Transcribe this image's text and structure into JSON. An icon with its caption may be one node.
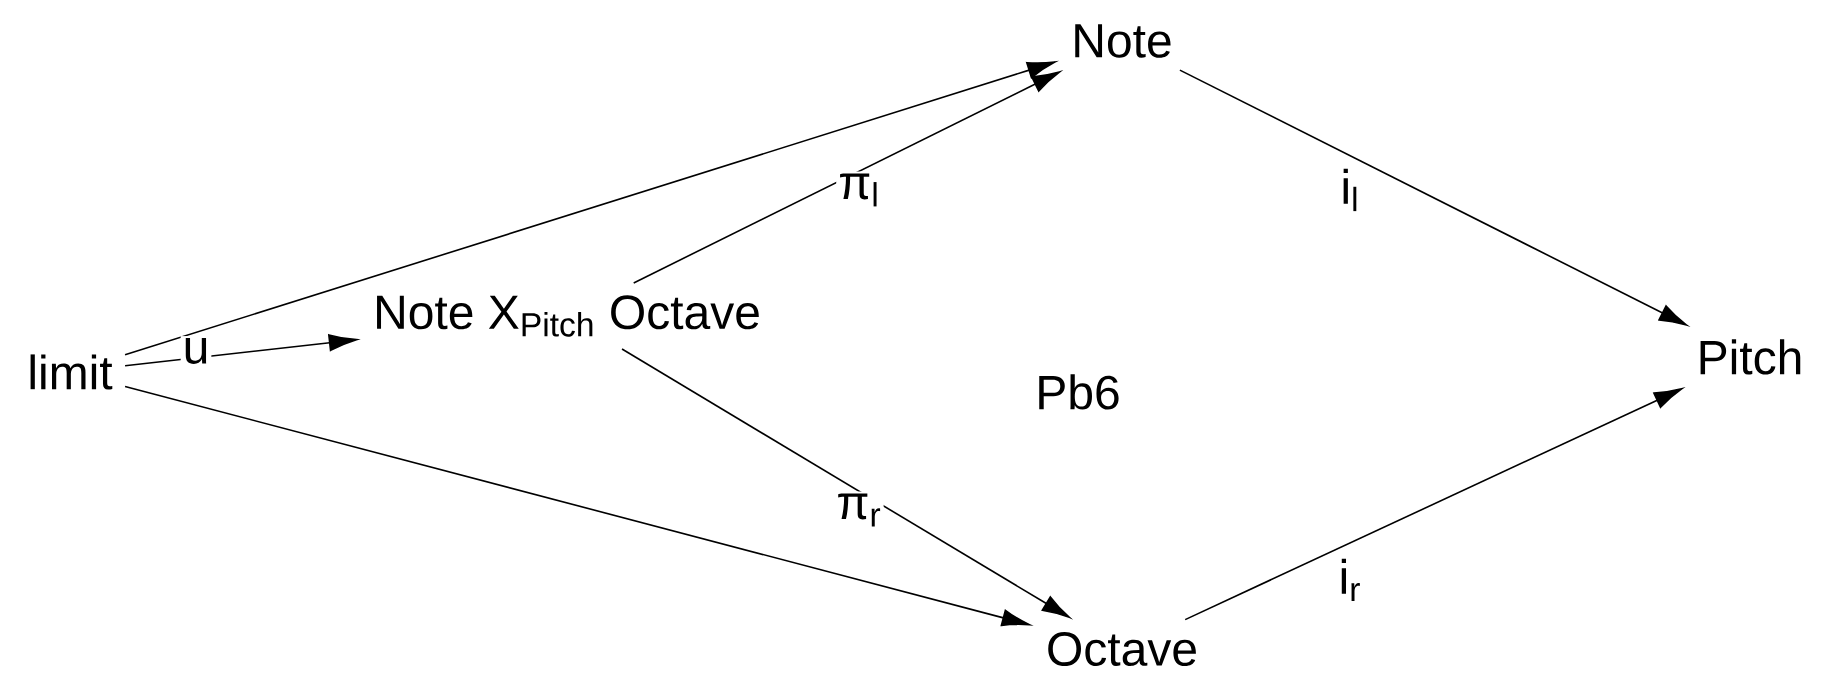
{
  "diagram": {
    "nodes": [
      {
        "text": [
          "limit"
        ]
      },
      {
        "text": [
          "Note X$_{Pitch}$ Octave"
        ]
      },
      {
        "text": [
          "Note"
        ]
      },
      {
        "text": [
          "Octave"
        ]
      },
      {
        "text": [
          "Pitch"
        ]
      }
    ],
    "edges": [
      {
        "from": 0,
        "to": 1,
        "arrow": "to",
        "label": "u"
      },
      {
        "from": 0,
        "to": 2,
        "arrow": "to"
      },
      {
        "from": 0,
        "to": 3,
        "arrow": "to"
      },
      {
        "from": 1,
        "to": 2,
        "arrow": "to",
        "label": "π$_{l}$"
      },
      {
        "from": 1,
        "to": 3,
        "arrow": "to",
        "label": "π$_{r}$"
      },
      {
        "from": 2,
        "to": 4,
        "arrow": "to",
        "label": "i$_{l}$"
      },
      {
        "from": 3,
        "to": 4,
        "arrow": "to",
        "label": "i$_{r}$"
      }
    ],
    "labels": [
      "Pb6"
    ]
  }
}
